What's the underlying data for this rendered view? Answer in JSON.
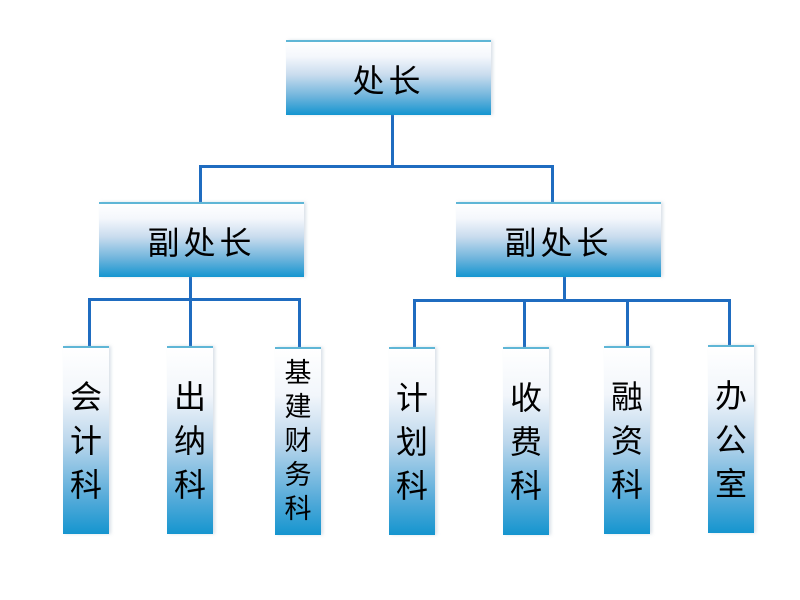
{
  "root": {
    "label": "处长"
  },
  "deputies": [
    {
      "label": "副处长"
    },
    {
      "label": "副处长"
    }
  ],
  "departments": [
    {
      "label": "会计科"
    },
    {
      "label": "出纳科"
    },
    {
      "label": "基建财务科"
    },
    {
      "label": "计划科"
    },
    {
      "label": "收费科"
    },
    {
      "label": "融资科"
    },
    {
      "label": "办公室"
    }
  ],
  "colors": {
    "line": "#1f6cc0",
    "box_bottom": "#1495d0"
  }
}
